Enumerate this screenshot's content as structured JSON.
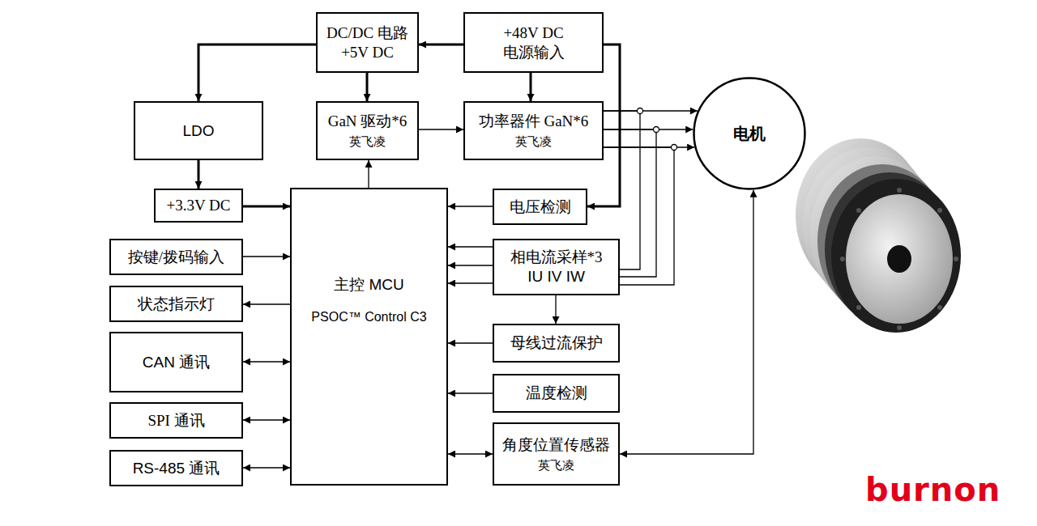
{
  "diagram": {
    "nodes": [
      {
        "text": [
          "DC/DC 电路 +5V DC"
        ]
      },
      {
        "text": [
          "+48V DC 电源输入"
        ]
      },
      {
        "text": [
          "LDO"
        ]
      },
      {
        "text": [
          "GaN 驱动*6",
          "英飞凌"
        ]
      },
      {
        "text": [
          "功率器件 GaN*6",
          "英飞凌"
        ]
      },
      {
        "text": [
          "电机"
        ]
      },
      {
        "text": [
          "+3.3V DC"
        ]
      },
      {
        "text": [
          "主控 MCU",
          "PSOC™ Control C3"
        ]
      },
      {
        "text": [
          "电压检测"
        ]
      },
      {
        "text": [
          "按键/拨码输入"
        ]
      },
      {
        "text": [
          "相电流采样*3",
          "IU IV IW"
        ]
      },
      {
        "text": [
          "状态指示灯"
        ]
      },
      {
        "text": [
          "母线过流保护"
        ]
      },
      {
        "text": [
          "CAN 通讯"
        ]
      },
      {
        "text": [
          "温度检测"
        ]
      },
      {
        "text": [
          "SPI 通讯"
        ]
      },
      {
        "text": [
          "角度位置传感器",
          "英飞凌"
        ]
      },
      {
        "text": [
          "RS-485 通讯"
        ]
      }
    ],
    "edges": [
      {
        "from": 1,
        "to": 0,
        "arrow": "to"
      },
      {
        "from": 0,
        "to": 2,
        "arrow": "to"
      },
      {
        "from": 0,
        "to": 3,
        "arrow": "to"
      },
      {
        "from": 1,
        "to": 4,
        "arrow": "to"
      },
      {
        "from": 1,
        "to": 8,
        "arrow": "to"
      },
      {
        "from": 2,
        "to": 6,
        "arrow": "to"
      },
      {
        "from": 3,
        "to": 4,
        "arrow": "to"
      },
      {
        "from": 4,
        "to": 5,
        "arrow": "to"
      },
      {
        "from": 4,
        "to": 5,
        "arrow": "to"
      },
      {
        "from": 4,
        "to": 5,
        "arrow": "to"
      },
      {
        "from": 6,
        "to": 7,
        "arrow": "to"
      },
      {
        "from": 7,
        "to": 3,
        "arrow": "to"
      },
      {
        "from": 8,
        "to": 7,
        "arrow": "to"
      },
      {
        "from": 9,
        "to": 7,
        "arrow": "to"
      },
      {
        "from": 7,
        "to": 11,
        "arrow": "to"
      },
      {
        "from": 7,
        "to": 13,
        "arrow": "both"
      },
      {
        "from": 7,
        "to": 15,
        "arrow": "both"
      },
      {
        "from": 7,
        "to": 17,
        "arrow": "both"
      },
      {
        "from": 10,
        "to": 7,
        "arrow": "to"
      },
      {
        "from": 10,
        "to": 7,
        "arrow": "to"
      },
      {
        "from": 10,
        "to": 7,
        "arrow": "to"
      },
      {
        "from": 10,
        "to": 12,
        "arrow": "to"
      },
      {
        "from": 12,
        "to": 7,
        "arrow": "to"
      },
      {
        "from": 14,
        "to": 7,
        "arrow": "to"
      },
      {
        "from": 16,
        "to": 7,
        "arrow": "both"
      },
      {
        "from": 16,
        "to": 5,
        "arrow": "both"
      },
      {
        "from": 4,
        "to": 10,
        "arrow": "none"
      },
      {
        "from": 4,
        "to": 10,
        "arrow": "none"
      },
      {
        "from": 4,
        "to": 10,
        "arrow": "none"
      }
    ],
    "labels": [
      "burnon"
    ]
  }
}
